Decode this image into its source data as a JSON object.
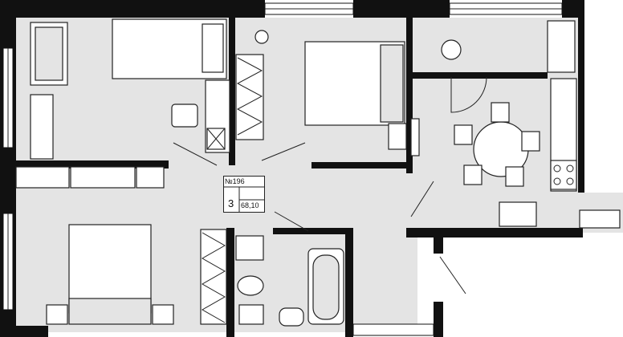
{
  "plan": {
    "apartment_number": "№196",
    "room_count": "3",
    "area": "68,10"
  }
}
